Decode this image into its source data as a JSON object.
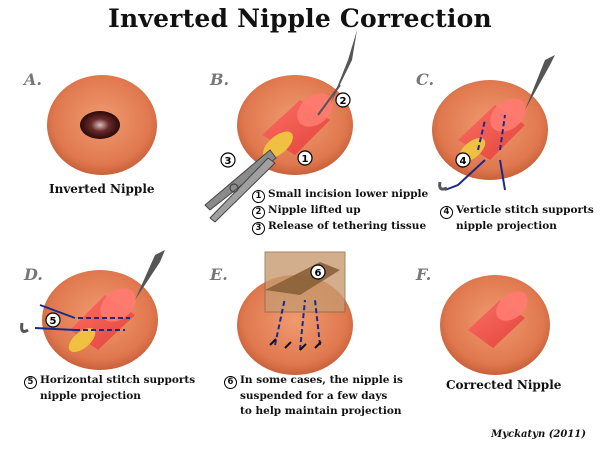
{
  "title": "Inverted Nipple Correction",
  "panels": {
    "a": {
      "letter": "A.",
      "caption": "Inverted Nipple"
    },
    "b": {
      "letter": "B.",
      "steps": [
        {
          "num": "1",
          "text": "Small incision lower nipple"
        },
        {
          "num": "2",
          "text": "Nipple lifted up"
        },
        {
          "num": "3",
          "text": "Release of tethering tissue"
        }
      ]
    },
    "c": {
      "letter": "C.",
      "step": {
        "num": "4",
        "line1": "Verticle stitch supports",
        "line2": "nipple projection"
      }
    },
    "d": {
      "letter": "D.",
      "step": {
        "num": "5",
        "line1": "Horizontal stitch supports",
        "line2": "nipple projection"
      }
    },
    "e": {
      "letter": "E.",
      "step": {
        "num": "6",
        "line1": "In some cases, the nipple is",
        "line2": "suspended for a few days",
        "line3": "to help maintain projection"
      }
    },
    "f": {
      "letter": "F.",
      "caption": "Corrected Nipple"
    }
  },
  "signature": "Myckatyn (2011)",
  "colors": {
    "skin": "#e07a54",
    "nipple": "#f04a45",
    "stitch": "#1a2a8c",
    "tool": "#555555"
  }
}
